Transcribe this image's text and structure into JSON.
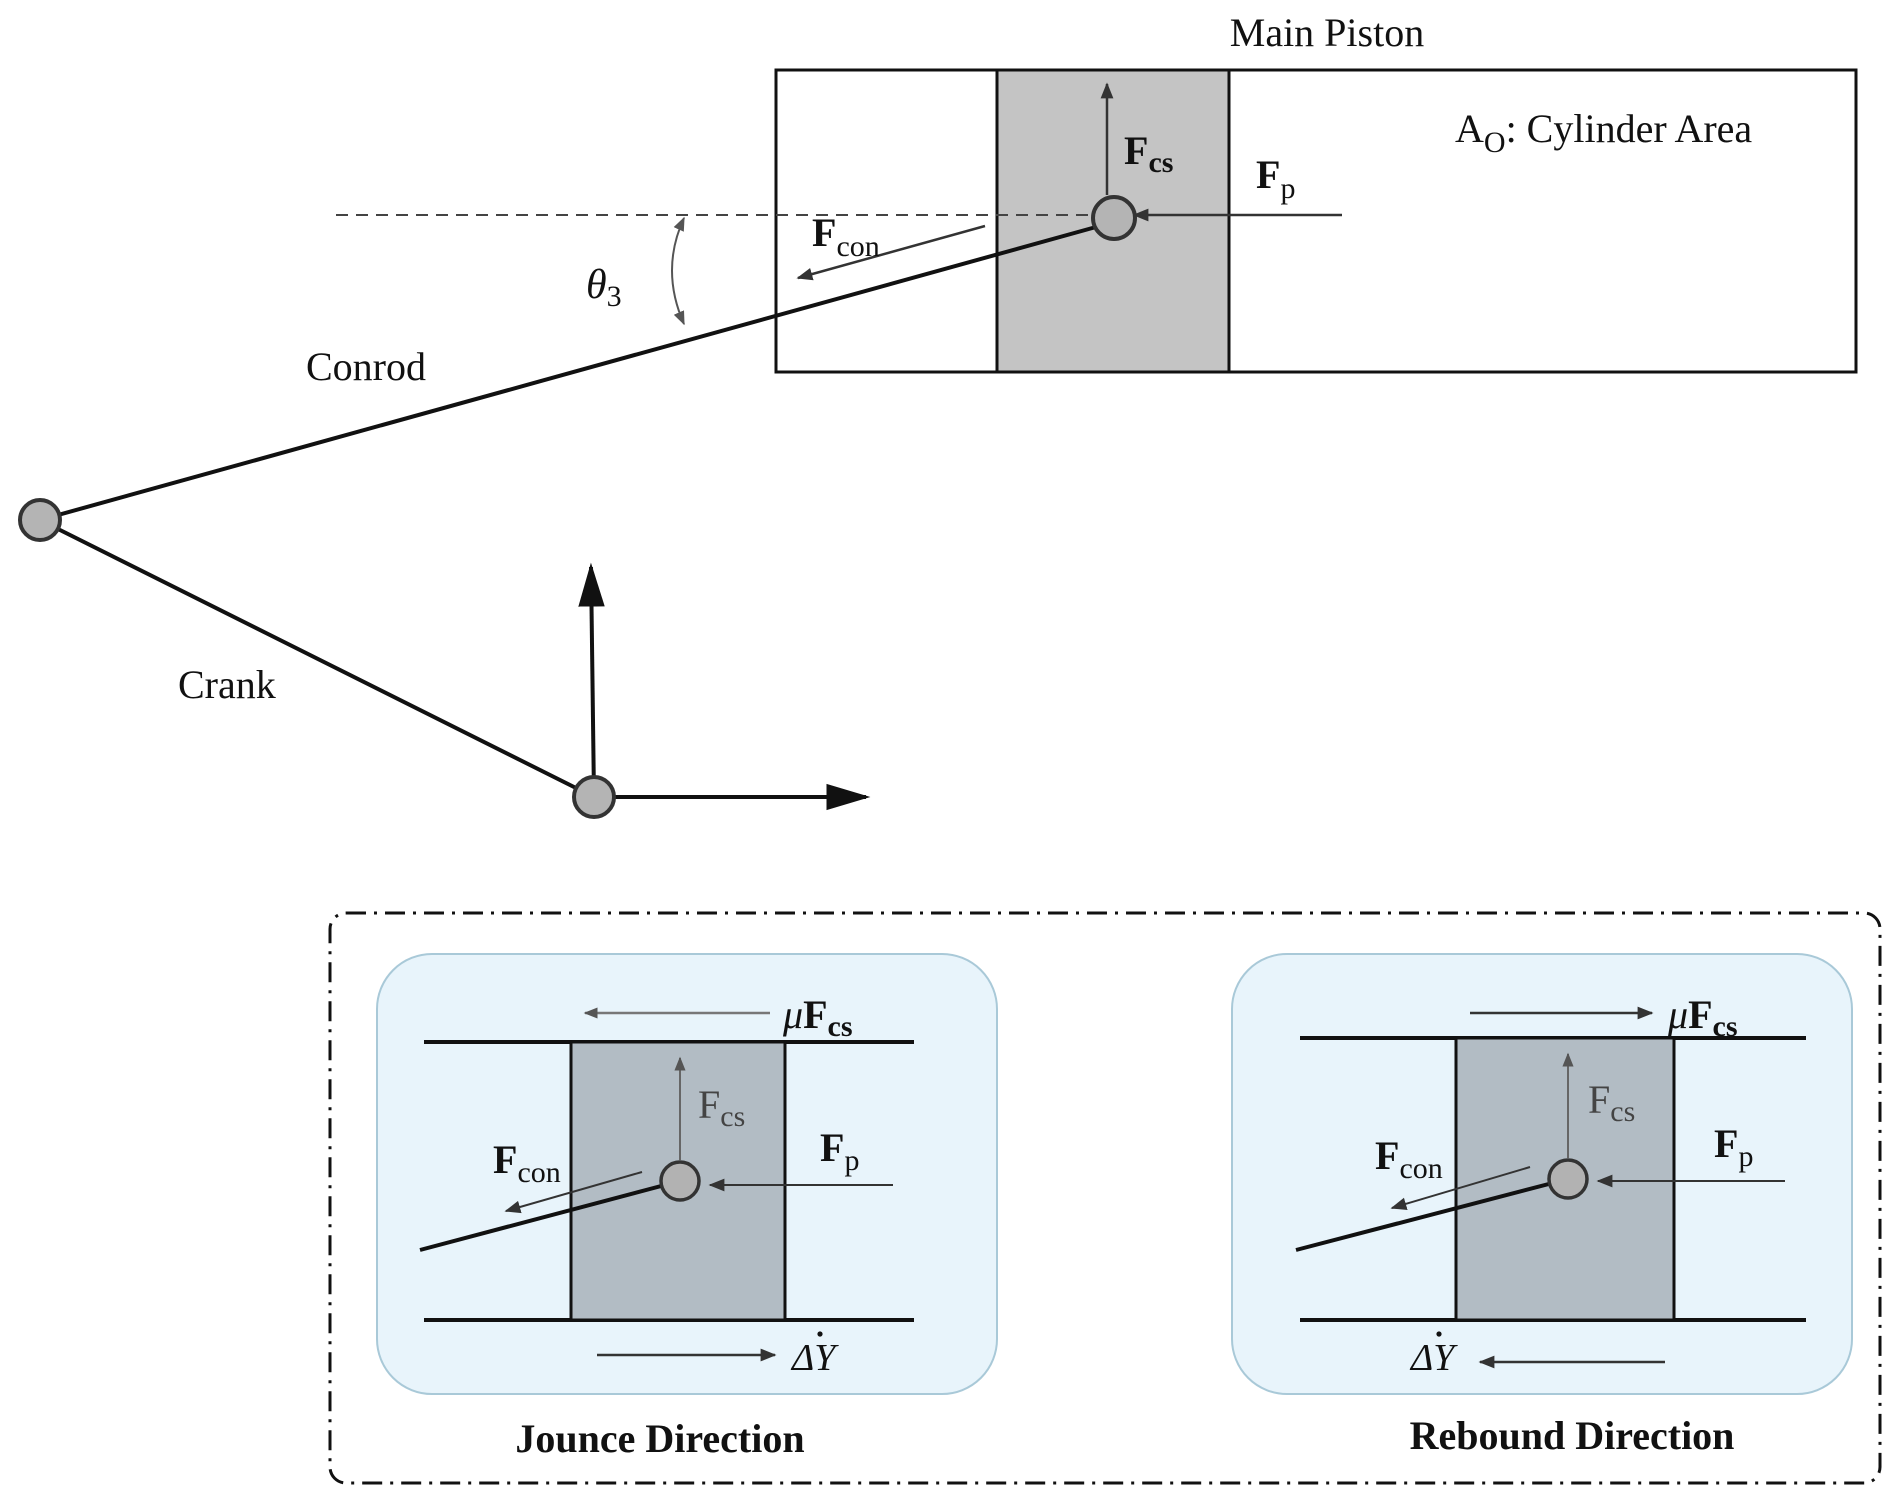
{
  "colors": {
    "piston_fill": "#c4c4c4",
    "piston_fill_inset": "#b2bcc4",
    "joint_fill": "#b4b4b4",
    "inset_panel_fill": "#e8f4fb",
    "inset_panel_stroke": "#a9c9d8",
    "line": "#111111",
    "force_arrow": "#333333"
  },
  "top": {
    "main_piston_label": "Main Piston",
    "cylinder_area_label": "A",
    "cylinder_area_sub": "O",
    "cylinder_area_text": ": Cylinder Area",
    "fcs": {
      "base": "F",
      "sub": "cs"
    },
    "fp": {
      "base": "F",
      "sub": "p"
    },
    "fcon": {
      "base": "F",
      "sub": "con"
    },
    "theta": {
      "base": "θ",
      "sub": "3"
    },
    "conrod_label": "Conrod",
    "crank_label": "Crank"
  },
  "insets": {
    "jounce": {
      "caption": "Jounce Direction",
      "friction": {
        "mu": "μ",
        "base": "F",
        "sub": "cs",
        "direction": "left"
      },
      "fcs": {
        "base": "F",
        "sub": "cs"
      },
      "fp": {
        "base": "F",
        "sub": "p"
      },
      "fcon": {
        "base": "F",
        "sub": "con"
      },
      "dy": {
        "text": "ΔY",
        "direction": "right"
      }
    },
    "rebound": {
      "caption": "Rebound Direction",
      "friction": {
        "mu": "μ",
        "base": "F",
        "sub": "cs",
        "direction": "right"
      },
      "fcs": {
        "base": "F",
        "sub": "cs"
      },
      "fp": {
        "base": "F",
        "sub": "p"
      },
      "fcon": {
        "base": "F",
        "sub": "con"
      },
      "dy": {
        "text": "ΔY",
        "direction": "left"
      }
    }
  }
}
